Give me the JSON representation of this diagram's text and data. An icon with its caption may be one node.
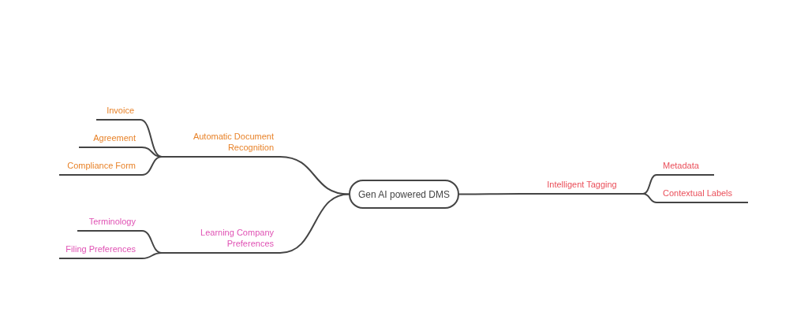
{
  "diagram": {
    "nodes": [
      {
        "text": [
          "Gen AI powered DMS"
        ]
      },
      {
        "text": [
          "Automatic Document Recognition"
        ]
      },
      {
        "text": [
          "Invoice"
        ]
      },
      {
        "text": [
          "Agreement"
        ]
      },
      {
        "text": [
          "Compliance Form"
        ]
      },
      {
        "text": [
          "Learning Company Preferences"
        ]
      },
      {
        "text": [
          "Terminology"
        ]
      },
      {
        "text": [
          "Filing Preferences"
        ]
      },
      {
        "text": [
          "Intelligent Tagging"
        ]
      },
      {
        "text": [
          "Metadata"
        ]
      },
      {
        "text": [
          "Contextual Labels"
        ]
      }
    ],
    "edges": [
      {
        "from": 0,
        "to": 1,
        "arrow": "none"
      },
      {
        "from": 1,
        "to": 2,
        "arrow": "none"
      },
      {
        "from": 1,
        "to": 3,
        "arrow": "none"
      },
      {
        "from": 1,
        "to": 4,
        "arrow": "none"
      },
      {
        "from": 0,
        "to": 5,
        "arrow": "none"
      },
      {
        "from": 5,
        "to": 6,
        "arrow": "none"
      },
      {
        "from": 5,
        "to": 7,
        "arrow": "none"
      },
      {
        "from": 0,
        "to": 8,
        "arrow": "none"
      },
      {
        "from": 8,
        "to": 9,
        "arrow": "none"
      },
      {
        "from": 8,
        "to": 10,
        "arrow": "none"
      }
    ]
  }
}
